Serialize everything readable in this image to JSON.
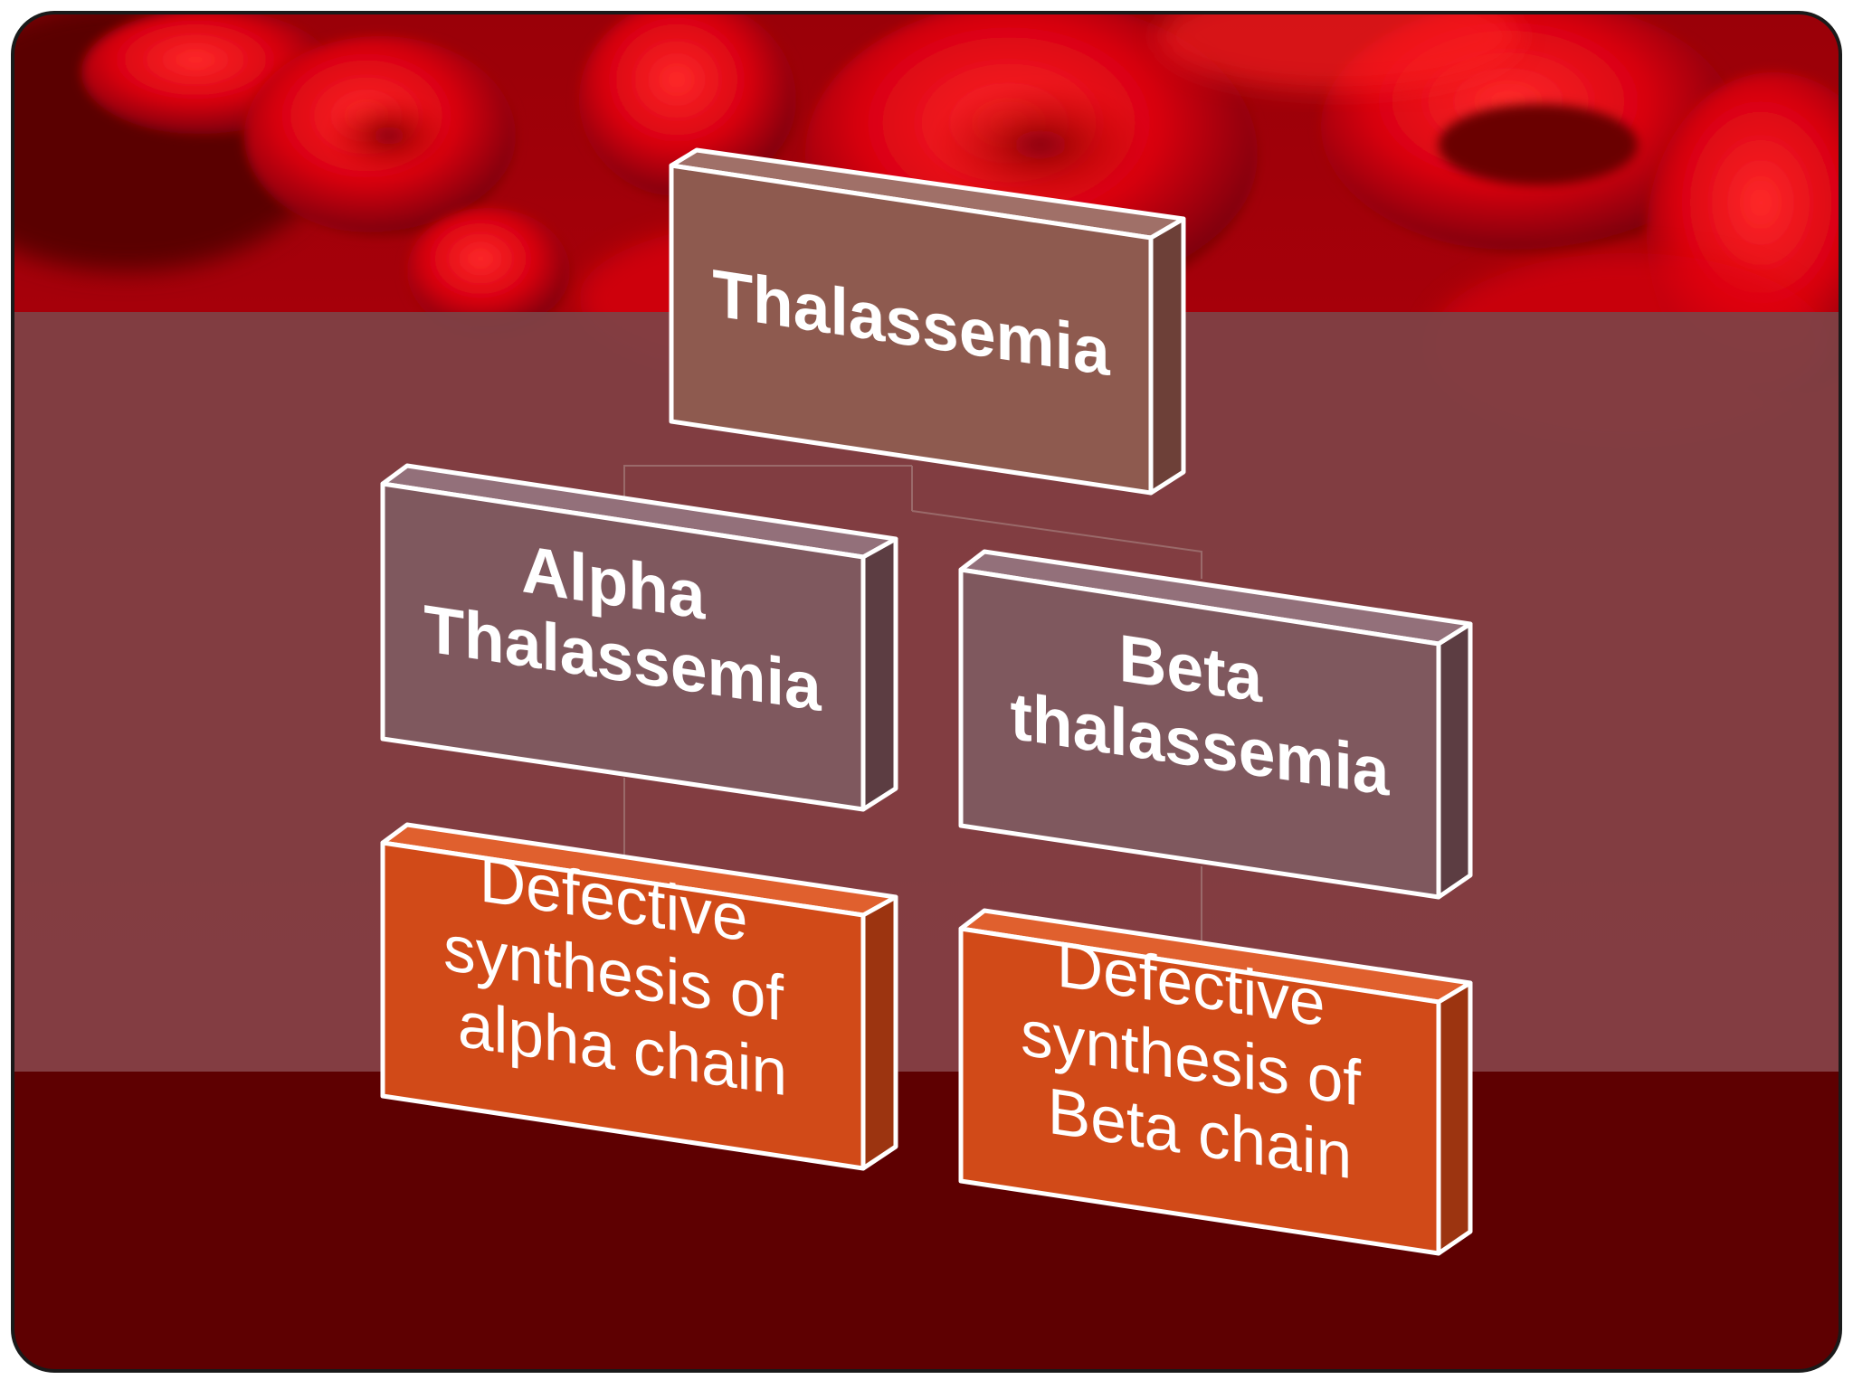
{
  "diagram": {
    "root": {
      "lines": [
        "Thalassemia"
      ]
    },
    "alpha": {
      "lines": [
        "Alpha",
        "Thalassemia"
      ]
    },
    "beta": {
      "lines": [
        "Beta",
        "thalassemia"
      ]
    },
    "alpha_detail": {
      "lines": [
        "Defective",
        "synthesis of",
        "alpha chain"
      ]
    },
    "beta_detail": {
      "lines": [
        "Defective",
        "synthesis of",
        "Beta chain"
      ]
    }
  },
  "colors": {
    "slide_border": "#1a1a1a",
    "photo_red": "#c4000a",
    "photo_dark": "#6e0006",
    "band_middle": "#7e4246",
    "band_bottom": "#5e0001",
    "root_box": "#8e5a4f",
    "category_box": "#7f585e",
    "detail_box": "#d14a18",
    "box_edge": "#ffffff",
    "connector": "#9a6a6a"
  }
}
